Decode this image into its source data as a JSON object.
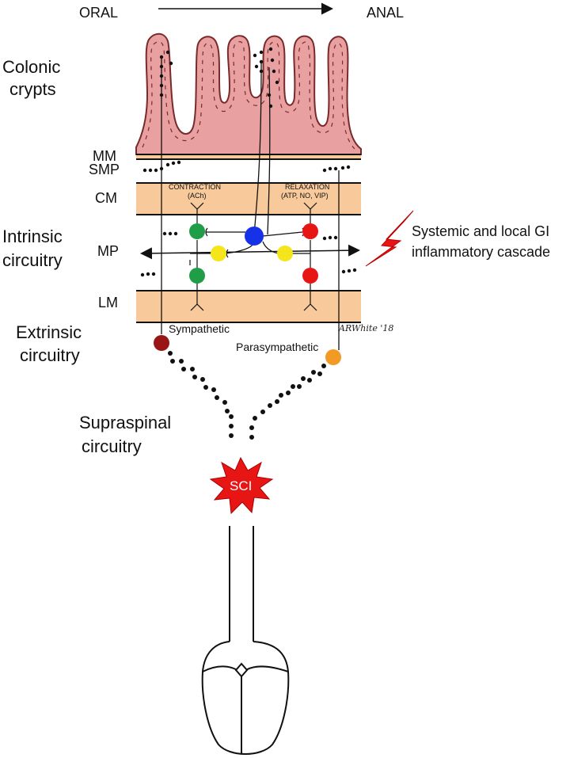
{
  "direction": {
    "oral": "ORAL",
    "anal": "ANAL"
  },
  "regions": {
    "colonic_crypts": [
      "Colonic",
      "crypts"
    ],
    "intrinsic": [
      "Intrinsic",
      "circuitry"
    ],
    "extrinsic": [
      "Extrinsic",
      "circuitry"
    ],
    "supraspinal": [
      "Supraspinal",
      "circuitry"
    ]
  },
  "layers": {
    "mm": "MM",
    "smp": "SMP",
    "cm": "CM",
    "mp": "MP",
    "lm": "LM"
  },
  "neurons": {
    "contraction": "CONTRACTION",
    "contraction_sub": "(ACh)",
    "relaxation": "RELAXATION",
    "relaxation_sub": "(ATP, NO, VIP)"
  },
  "extrinsic_labels": {
    "sympathetic": "Sympathetic",
    "parasympathetic": "Parasympathetic"
  },
  "inflammation": [
    "Systemic and local GI",
    "inflammatory cascade"
  ],
  "sci": "SCI",
  "signature": "ARWhite '18",
  "colors": {
    "crypt_fill": "#e8a0a0",
    "muscle_band": "#f8c99a",
    "contraction_neuron": "#1f9e47",
    "inhibitory_neuron": "#e81515",
    "interneuron": "#1532e8",
    "sensory_neuron": "#f5e51b",
    "sympathetic": "#9a1515",
    "parasympathetic": "#f39a25",
    "sci": "#e81515",
    "lightning": "#e81515"
  }
}
